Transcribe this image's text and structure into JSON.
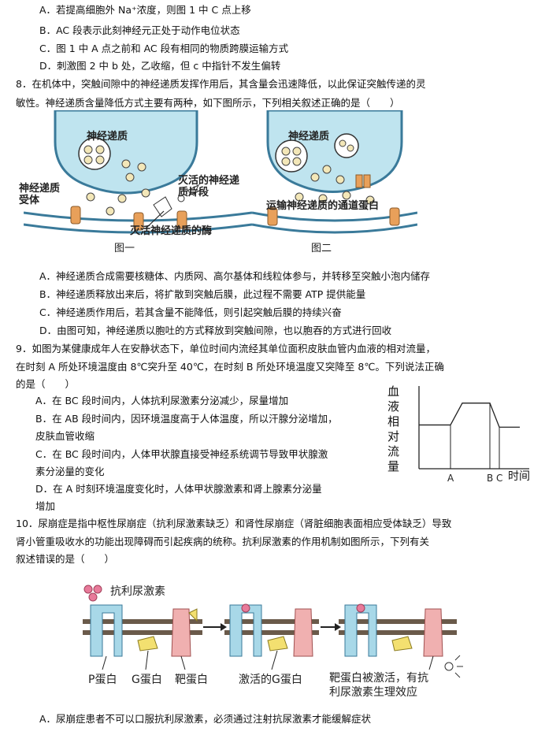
{
  "q7_options": [
    "A．若提高细胞外 Na⁺浓度，则图 1 中 C 点上移",
    "B．AC 段表示此刻神经元正处于动作电位状态",
    "C．图 1 中 A 点之前和 AC 段有相同的物质跨膜运输方式",
    "D．刺激图 2 中 b 处，乙收缩，但 c 中指针不发生偏转"
  ],
  "q8": {
    "stem_line1": "8．在机体中，突触间隙中的神经递质发挥作用后，其含量会迅速降低，以此保证突触传递的灵",
    "stem_line2": "敏性。神经递质含量降低方式主要有两种，如下图所示，下列相关叙述正确的是（　　）",
    "fig1": {
      "label_nt": "神经递质",
      "label_receptor": "神经递质受体",
      "label_inactive": "灭活的神经递质片段",
      "label_enzyme": "灭活神经递质的酶",
      "caption": "图一"
    },
    "fig2": {
      "label_nt": "神经递质",
      "label_channel": "运输神经递质的通道蛋白",
      "caption": "图二"
    },
    "options": [
      "A．神经递质合成需要核糖体、内质网、高尔基体和线粒体参与，并转移至突触小泡内储存",
      "B．神经递质释放出来后，将扩散到突触后膜，此过程不需要 ATP 提供能量",
      "C．神经递质作用后，若其含量不能降低，则引起突触后膜的持续兴奋",
      "D．由图可知，神经递质以胞吐的方式释放到突触间隙，也以胞吞的方式进行回收"
    ]
  },
  "q9": {
    "stem_line1": "9．如图为某健康成年人在安静状态下，单位时间内流经其单位面积皮肤血管内血液的相对流量，",
    "stem_line2": "在时刻 A 所处环境温度由 8℃突升至 40℃，在时刻 B 所处环境温度又突降至 8℃。下列说法正确",
    "stem_line3": "的是（　　）",
    "options": [
      [
        "A．在 BC 段时间内，人体抗利尿激素分泌减少，尿量增加"
      ],
      [
        "B．在 AB 段时间内，因环境温度高于人体温度，所以汗腺分泌增加，",
        "皮肤血管收缩"
      ],
      [
        "C．在 BC 段时间内，人体甲状腺直接受神经系统调节导致甲状腺激",
        "素分泌量的变化"
      ],
      [
        "D．在 A 时刻环境温度变化时，人体甲状腺激素和肾上腺素分泌量",
        "增加"
      ]
    ],
    "chart_data": {
      "type": "line",
      "ylabel": "血液相对流量",
      "xlabel": "时间",
      "x_ticks": [
        "A",
        "B",
        "C"
      ],
      "points": [
        {
          "x": "start",
          "y": 1.0
        },
        {
          "x": "A",
          "y": 1.0
        },
        {
          "x": "A+",
          "y": 1.5
        },
        {
          "x": "B",
          "y": 1.5
        },
        {
          "x": "C",
          "y": 0.95
        },
        {
          "x": "end",
          "y": 0.95
        }
      ]
    }
  },
  "q10": {
    "stem_line1": "10．尿崩症是指中枢性尿崩症（抗利尿激素缺乏）和肾性尿崩症（肾脏细胞表面相应受体缺乏）导致",
    "stem_line2": "肾小管重吸收水的功能出现障碍而引起疾病的统称。抗利尿激素的作用机制如图所示，下列有关",
    "stem_line3": "叙述错误的是（　　）",
    "fig": {
      "label_adh": "抗利尿激素",
      "label_p": "P蛋白",
      "label_g": "G蛋白",
      "label_target": "靶蛋白",
      "label_active_g": "激活的G蛋白",
      "label_result_line1": "靶蛋白被激活，有抗",
      "label_result_line2": "利尿激素生理效应"
    },
    "options": [
      "A．尿崩症患者不可以口服抗利尿激素，必须通过注射抗尿激素才能缓解症状"
    ]
  }
}
